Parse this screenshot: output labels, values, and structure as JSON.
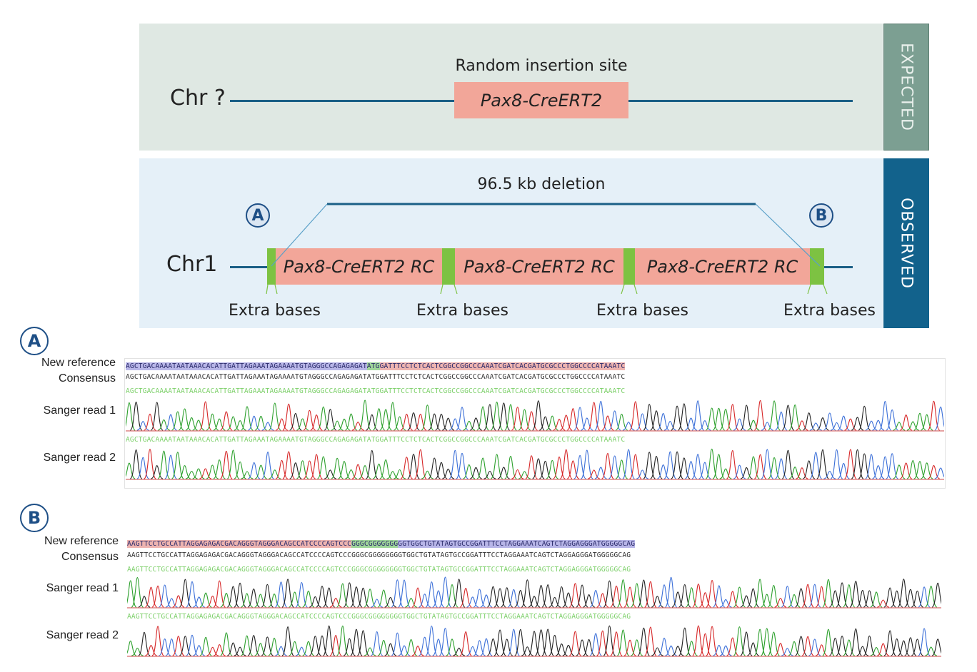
{
  "expected": {
    "tag": "EXPECTED",
    "chrom_label": "Chr ?",
    "site_label": "Random insertion site",
    "transgene": "Pax8-CreERT2"
  },
  "observed": {
    "tag": "OBSERVED",
    "chrom_label": "Chr1",
    "deletion_label": "96.5 kb deletion",
    "junction_a": "A",
    "junction_b": "B",
    "copies": [
      "Pax8-CreERT2 RC",
      "Pax8-CreERT2 RC",
      "Pax8-CreERT2 RC"
    ],
    "extra_bases": [
      "Extra bases",
      "Extra bases",
      "Extra bases",
      "Extra bases"
    ]
  },
  "colors": {
    "chromosome_line": "#1a5f86",
    "transgene_box": "#f2a699",
    "extra_bases_green": "#7dc242",
    "label_blue": "#1e4f86"
  },
  "panel_a": {
    "label": "A",
    "row_labels": {
      "new_reference": "New reference",
      "consensus": "Consensus",
      "read1": "Sanger read 1",
      "read2": "Sanger read 2"
    },
    "ref_segments": [
      {
        "seq": "AGCTGACAAAATAATAAACACATTGATTAGAAATAGAAAATGTAGGGCCAGAGAGAT",
        "color": "#b8b6e8"
      },
      {
        "seq": "ATG",
        "color": "#9fd69a"
      },
      {
        "seq": "GATTTCCTCTCACTCGGCCGGCCCAAATCGATCACGATGCGCCCTGGCCCCATAAATC",
        "color": "#eeb4b0"
      }
    ],
    "consensus": "AGCTGACAAAATAATAAACACATTGATTAGAAATAGAAAATGTAGGGCCAGAGAGATATGGATTTCCTCTCACTCGGCCGGCCCAAATCGATCACGATGCGCCCTGGCCCCATAAATC",
    "read1": "AGCTGACAAAATAATAAACACATTGATTAGAAATAGAAAATGTAGGGCCAGAGAGATATGGATTTCCTCTCACTCGGCCGGCCCAAATCGATCACGATGCGCCCTGGCCCCATAAATC",
    "read2": "AGCTGACAAAATAATAAACACATTGATTAGAAATAGAAAATGTAGGGCCAGAGAGATATGGATTTCCTCTCACTCGGCCGGCCCAAATCGATCACGATGCGCCCTGGCCCCATAAATC"
  },
  "panel_b": {
    "label": "B",
    "row_labels": {
      "new_reference": "New reference",
      "consensus": "Consensus",
      "read1": "Sanger read 1",
      "read2": "Sanger read 2"
    },
    "ref_segments": [
      {
        "seq": "AAGTTCCTGCCATTAGGAGAGACGACAGGGTAGGGACAGCCATCCCCAGTCCC",
        "color": "#eeb4b0"
      },
      {
        "seq": "GGGCGGGGGGG",
        "color": "#9fd69a"
      },
      {
        "seq": "GGTGGCTGTATAGTGCCGGATTTCCTAGGAAATCAGTCTAGGAGGGATGGGGGCAG",
        "color": "#b8b6e8"
      }
    ],
    "consensus": "AAGTTCCTGCCATTAGGAGAGACGACAGGGTAGGGACAGCCATCCCCAGTCCCGGGCGGGGGGGGTGGCTGTATAGTGCCGGATTTCCTAGGAAATCAGTCTAGGAGGGATGGGGGCAG",
    "read1": "AAGTTCCTGCCATTAGGAGAGACGACAGGGTAGGGACAGCCATCCCCAGTCCCGGGCGGGGGGGGTGGCTGTATAGTGCCGGATTTCCTAGGAAATCAGTCTAGGAGGGATGGGGGCAG",
    "read2": "AAGTTCCTGCCATTAGGAGAGACGACAGGGTAGGGACAGCCATCCCCAGTCCCGGGCGGGGGGGGTGGCTGTATAGTGCCGGATTTCCTAGGAAATCAGTCTAGGAGGGATGGGGGCAG"
  }
}
